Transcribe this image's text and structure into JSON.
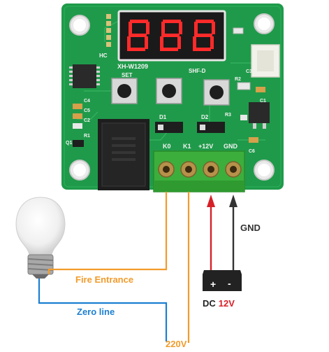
{
  "board": {
    "silkscreen": {
      "model": "XH-W1209",
      "set": "SET",
      "shf": "SHF-D",
      "hc": "HC",
      "c4": "C4",
      "c5": "C5",
      "c2": "C2",
      "q1": "Q1",
      "r1": "R1",
      "r2": "R2",
      "r3": "R3",
      "d1": "D1",
      "d2": "D2",
      "c6": "C6",
      "c1": "C1",
      "c3": "C3"
    },
    "terminals": {
      "k0": "K0",
      "k1": "K1",
      "plus12v": "+12V",
      "gnd": "GND"
    }
  },
  "labels": {
    "gnd": "GND",
    "fire_entrance": "Fire Entrance",
    "zero_line": "Zero line",
    "v220": "220V",
    "dc": "DC",
    "dc_volt": "12V",
    "plus": "+",
    "minus": "-"
  },
  "colors": {
    "pcb": "#1f9a4a",
    "terminal_block": "#3cae3c",
    "wire_orange": "#f29b2b",
    "wire_blue": "#1c7fd1",
    "wire_red": "#d62027",
    "wire_black": "#333333",
    "led_red": "#ff2a2a"
  }
}
